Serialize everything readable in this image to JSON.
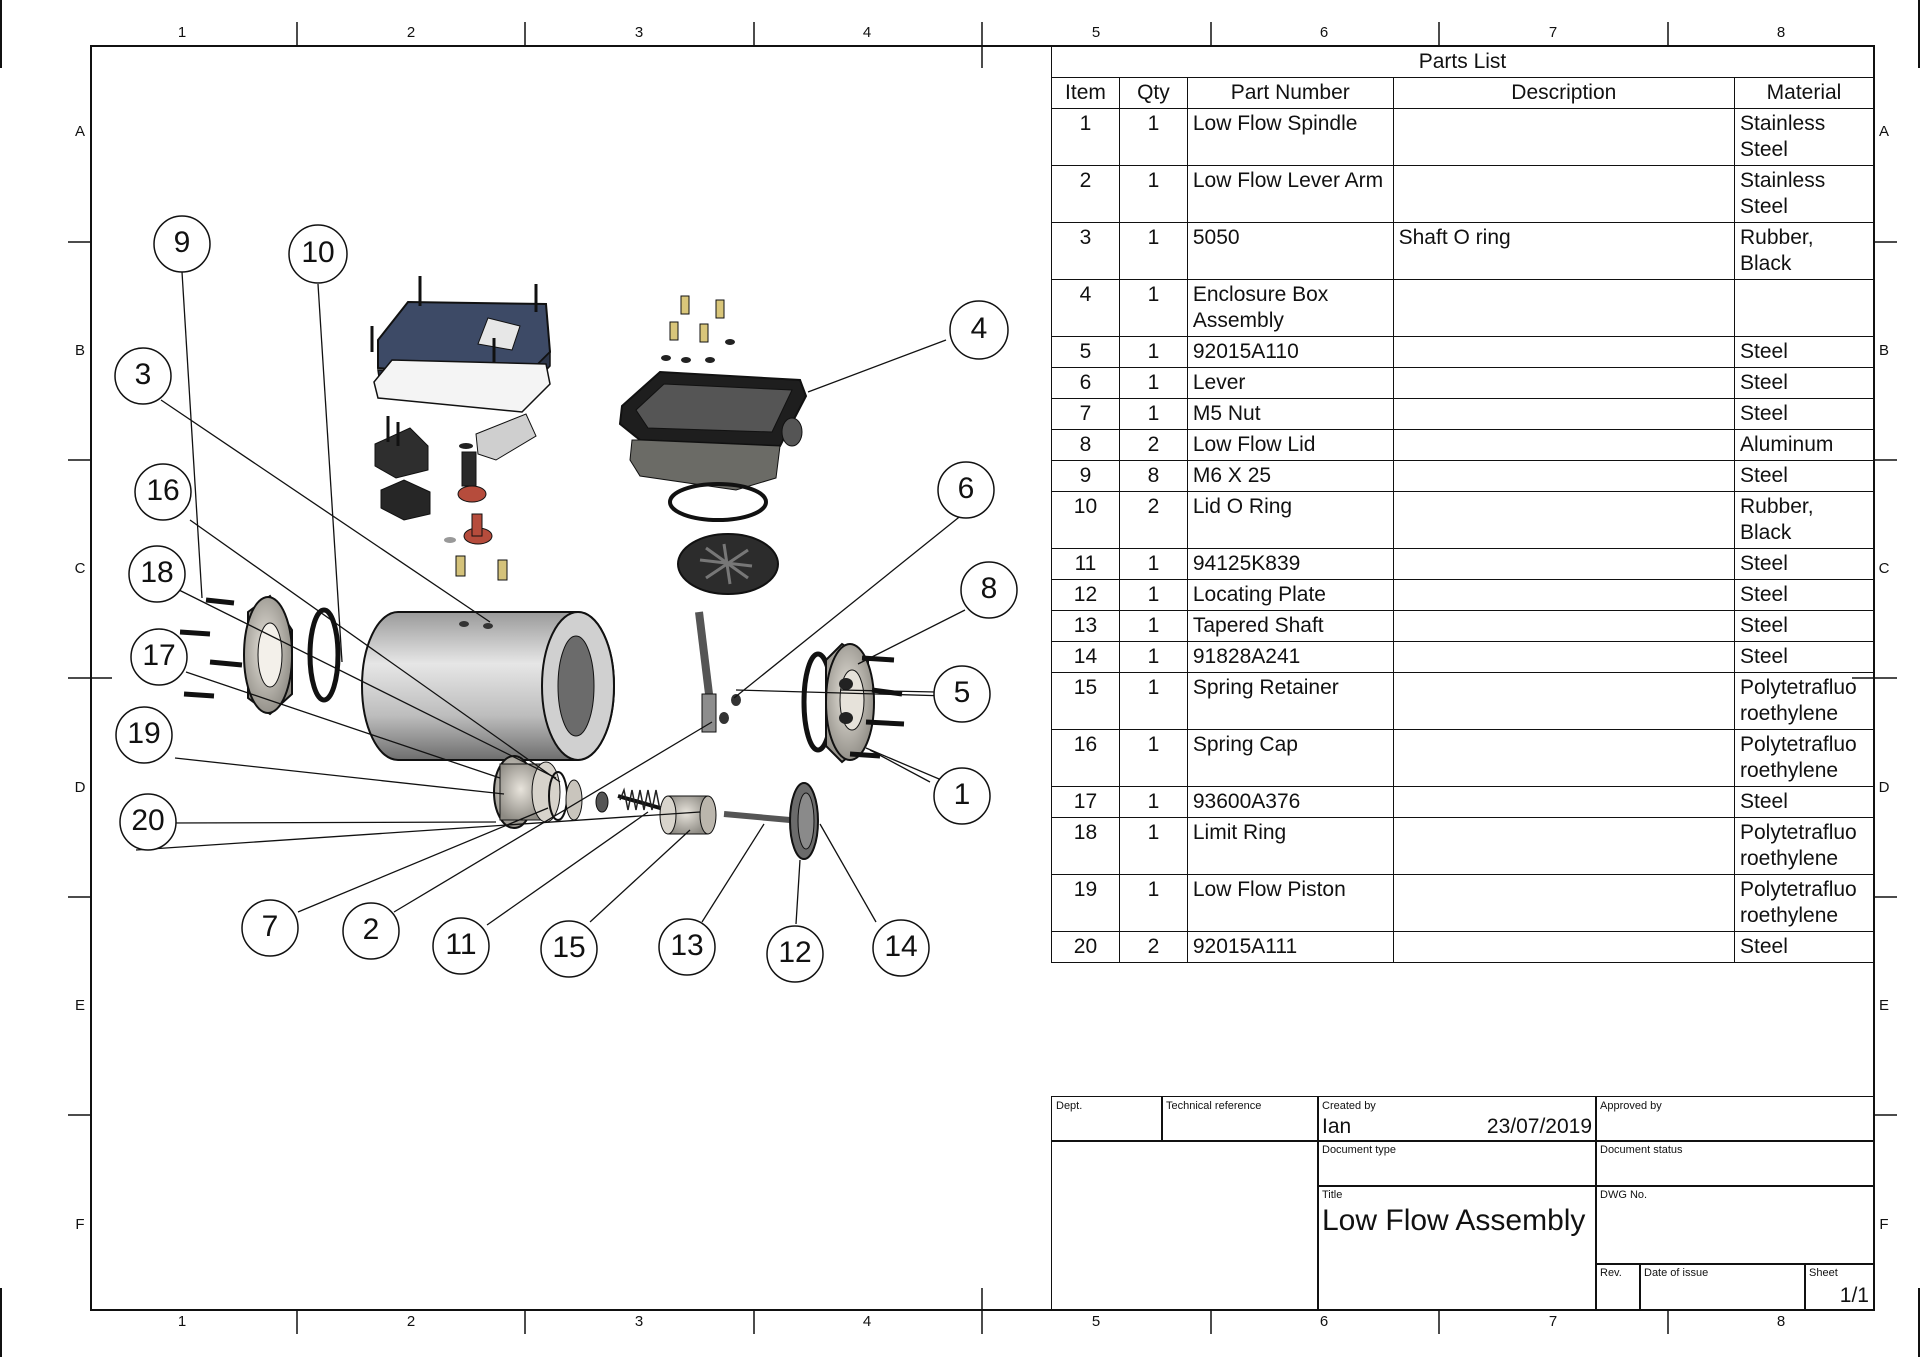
{
  "zones": {
    "columns": [
      "1",
      "2",
      "3",
      "4",
      "5",
      "6",
      "7",
      "8"
    ],
    "rows": [
      "A",
      "B",
      "C",
      "D",
      "E",
      "F"
    ]
  },
  "parts_list": {
    "caption": "Parts List",
    "headers": {
      "item": "Item",
      "qty": "Qty",
      "part_number": "Part Number",
      "description": "Description",
      "material": "Material"
    },
    "rows": [
      {
        "item": "1",
        "qty": "1",
        "part": "Low Flow Spindle",
        "desc": "",
        "mat": "Stainless Steel"
      },
      {
        "item": "2",
        "qty": "1",
        "part": "Low Flow Lever Arm",
        "desc": "",
        "mat": "Stainless Steel"
      },
      {
        "item": "3",
        "qty": "1",
        "part": "5050",
        "desc": "Shaft O ring",
        "mat": "Rubber, Black"
      },
      {
        "item": "4",
        "qty": "1",
        "part": "Enclosure Box Assembly",
        "desc": "",
        "mat": ""
      },
      {
        "item": "5",
        "qty": "1",
        "part": "92015A110",
        "desc": "",
        "mat": "Steel"
      },
      {
        "item": "6",
        "qty": "1",
        "part": "Lever",
        "desc": "",
        "mat": "Steel"
      },
      {
        "item": "7",
        "qty": "1",
        "part": "M5 Nut",
        "desc": "",
        "mat": "Steel"
      },
      {
        "item": "8",
        "qty": "2",
        "part": "Low Flow Lid",
        "desc": "",
        "mat": "Aluminum"
      },
      {
        "item": "9",
        "qty": "8",
        "part": "M6 X 25",
        "desc": "",
        "mat": "Steel"
      },
      {
        "item": "10",
        "qty": "2",
        "part": "Lid O Ring",
        "desc": "",
        "mat": "Rubber, Black"
      },
      {
        "item": "11",
        "qty": "1",
        "part": "94125K839",
        "desc": "",
        "mat": "Steel"
      },
      {
        "item": "12",
        "qty": "1",
        "part": "Locating Plate",
        "desc": "",
        "mat": "Steel"
      },
      {
        "item": "13",
        "qty": "1",
        "part": "Tapered Shaft",
        "desc": "",
        "mat": "Steel"
      },
      {
        "item": "14",
        "qty": "1",
        "part": "91828A241",
        "desc": "",
        "mat": "Steel"
      },
      {
        "item": "15",
        "qty": "1",
        "part": "Spring Retainer",
        "desc": "",
        "mat": "Polytetrafluo roethylene"
      },
      {
        "item": "16",
        "qty": "1",
        "part": "Spring Cap",
        "desc": "",
        "mat": "Polytetrafluo roethylene"
      },
      {
        "item": "17",
        "qty": "1",
        "part": "93600A376",
        "desc": "",
        "mat": "Steel"
      },
      {
        "item": "18",
        "qty": "1",
        "part": "Limit Ring",
        "desc": "",
        "mat": "Polytetrafluo roethylene"
      },
      {
        "item": "19",
        "qty": "1",
        "part": "Low Flow Piston",
        "desc": "",
        "mat": "Polytetrafluo roethylene"
      },
      {
        "item": "20",
        "qty": "2",
        "part": "92015A111",
        "desc": "",
        "mat": "Steel"
      }
    ]
  },
  "title_block": {
    "dept_label": "Dept.",
    "tech_ref_label": "Technical reference",
    "created_by_label": "Created by",
    "created_by": "Ian",
    "date": "23/07/2019",
    "approved_by_label": "Approved by",
    "doc_type_label": "Document type",
    "doc_status_label": "Document status",
    "title_label": "Title",
    "title": "Low Flow Assembly",
    "dwg_no_label": "DWG No.",
    "rev_label": "Rev.",
    "date_of_issue_label": "Date of issue",
    "sheet_label": "Sheet",
    "sheet": "1/1"
  },
  "balloons": [
    "1",
    "2",
    "3",
    "4",
    "5",
    "6",
    "7",
    "8",
    "9",
    "10",
    "11",
    "12",
    "13",
    "14",
    "15",
    "16",
    "17",
    "18",
    "19",
    "20"
  ]
}
